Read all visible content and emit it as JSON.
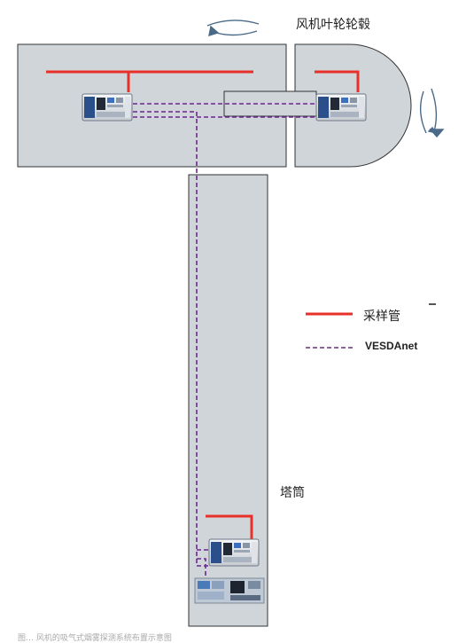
{
  "labels": {
    "hub": "风机叶轮轮毂",
    "tower": "塔筒",
    "legend_pipe": "采样管",
    "legend_net": "VESDAnet",
    "caption": "图… 风机的吸气式烟雾探测系统布置示意图"
  },
  "colors": {
    "body_fill": "#cfd5d8",
    "outline": "#333333",
    "pipe": "#e8302a",
    "network": "#6a2a8a",
    "arrow": "#4a6a88"
  },
  "icons": [
    "rotation-arrow-icon",
    "detector-unit-icon"
  ]
}
